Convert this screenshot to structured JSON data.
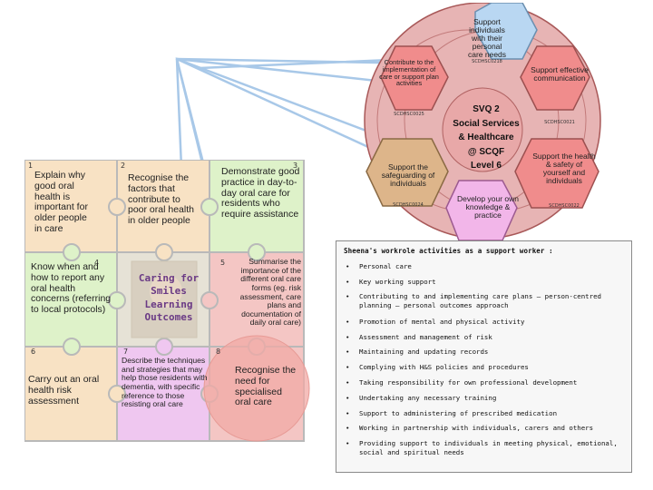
{
  "colors": {
    "peach": "#f8e2c4",
    "green": "#def2c9",
    "pink": "#f4c6c4",
    "lavender": "#efc7f0",
    "puzzle_border": "#b9b9b9",
    "hex_blue": "#b9d7f2",
    "hex_red": "#f08c8c",
    "hex_tan": "#ddb58a",
    "hex_pink": "#f2b6e9",
    "hex_brown": "#a9705f",
    "line_blue": "#a8c8e8"
  },
  "puzzle": {
    "cells": [
      {
        "number": "1",
        "text": "Explain why good oral health is important for older people in care"
      },
      {
        "number": "2",
        "text": "Recognise the factors that contribute to poor oral health in older people"
      },
      {
        "number": "3",
        "text": "Demonstrate good practice in day-to-day oral care for residents who require assistance"
      },
      {
        "number": "4",
        "text": "Know when and how to report any oral health concerns (referring to local protocols)"
      },
      {
        "number": "5",
        "text": "Summarise the importance of the different oral care forms (eg. risk assessment, care plans and documentation of daily oral care)"
      },
      {
        "number": "6",
        "text": "Carry out an oral health risk assessment"
      },
      {
        "number": "7",
        "text": "Describe the techniques and strategies that may help those residents with dementia, with specific reference to those resisting oral care"
      },
      {
        "number": "8",
        "text": "Recognise the need for specialised oral care"
      }
    ],
    "cover_title": "Caring for Smiles Learning Outcomes"
  },
  "svq": {
    "center_lines": [
      "SVQ 2",
      "Social Services",
      "& Healthcare",
      "@ SCQF",
      "Level 6"
    ],
    "hexagons": [
      {
        "label": "Support individuals with their personal care needs",
        "code": "SCDHSC0218"
      },
      {
        "label": "Contribute to the implementation of care or support plan activities",
        "code": "SCDHSC0025"
      },
      {
        "label": "Support effective communication",
        "code": "SCDHSC0021"
      },
      {
        "label": "Support the safeguarding of individuals",
        "code": "SCDHSC0024"
      },
      {
        "label": "Support the health & safety of yourself and individuals",
        "code": "SCDHSC0022"
      },
      {
        "label": "Develop your own knowledge & practice",
        "code": ""
      }
    ]
  },
  "activities": {
    "title": "Sheena's workrole activities as a support worker :",
    "bullet": "•",
    "items": [
      "Personal care",
      "Key working support",
      "Contributing to and implementing care plans – person-centred planning – personal outcomes approach",
      "Promotion of mental and physical activity",
      "Assessment and management of risk",
      "Maintaining and updating records",
      "Complying with H&S policies and procedures",
      "Taking responsibility for own professional development",
      "Undertaking any necessary training",
      "Support to administering of prescribed medication",
      "Working in partnership with individuals, carers and others",
      "Providing support to individuals in meeting physical, emotional, social and spiritual needs"
    ]
  }
}
